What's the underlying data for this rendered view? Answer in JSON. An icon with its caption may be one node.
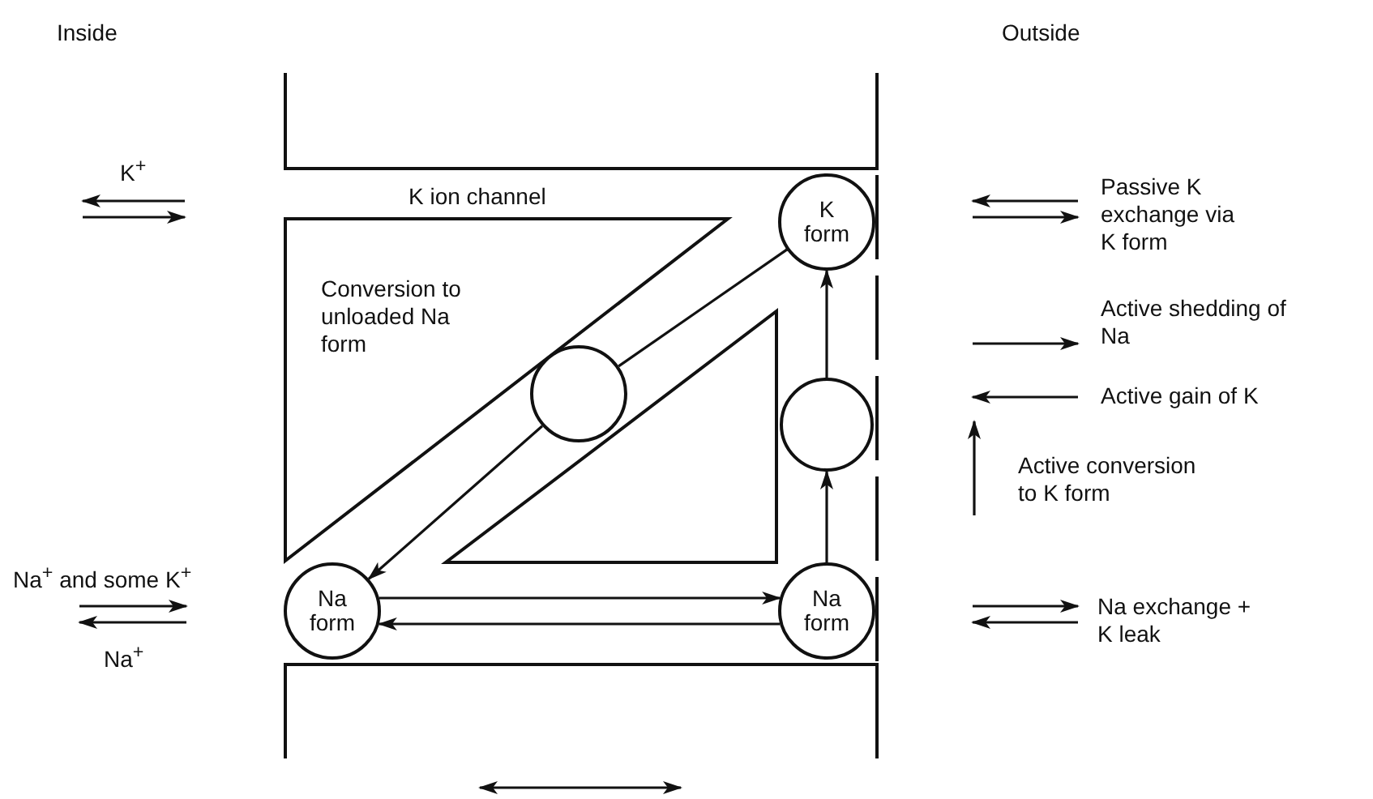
{
  "diagram": {
    "nodes": [
      {
        "text": [
          "K form"
        ]
      },
      {
        "text": [],
        "shape": "circle"
      },
      {
        "text": [],
        "shape": "circle"
      },
      {
        "text": [
          "Na form"
        ]
      },
      {
        "text": [
          "Na form"
        ]
      }
    ],
    "edges": [
      {
        "from": 3,
        "to": 4,
        "arrow": "to"
      },
      {
        "from": 4,
        "to": 3,
        "arrow": "to"
      },
      {
        "from": 4,
        "to": 2,
        "arrow": "to"
      },
      {
        "from": 2,
        "to": 0,
        "arrow": "to"
      },
      {
        "from": 1,
        "to": 0,
        "arrow": "other"
      },
      {
        "from": 1,
        "to": 3,
        "arrow": "to"
      }
    ],
    "labels": [
      "Inside",
      "Outside",
      "K$^{+}$",
      "K ion channel",
      "Conversion to unloaded Na form",
      "Passive K exchange via K form",
      "Active shedding of Na",
      "Active gain of K",
      "Active conversion to K form",
      "Na$^{+}$ and some K$^{+}$",
      "Na$^{+}$",
      "Na exchange + K leak"
    ]
  }
}
